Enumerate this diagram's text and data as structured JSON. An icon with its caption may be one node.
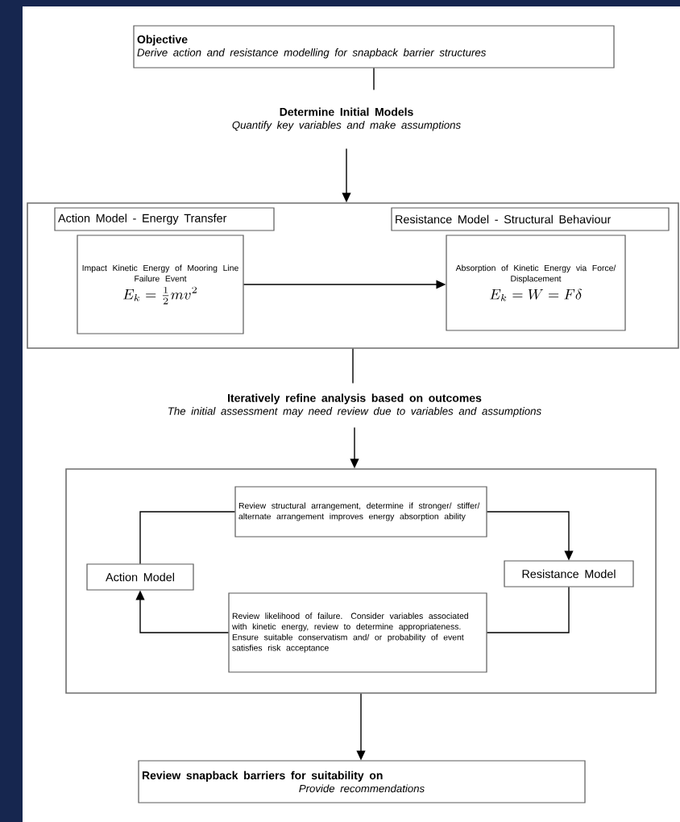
{
  "diagram": {
    "nodes": [
      {
        "text": [
          "Objective",
          "Derive action and resistance modelling for snapback barrier structures"
        ]
      },
      {
        "text": [
          "Determine Initial Models",
          "Quantify key variables and make assumptions"
        ]
      },
      {
        "text": [],
        "shape": "box"
      },
      {
        "text": [
          "Action Model - Energy Transfer"
        ],
        "in": 2
      },
      {
        "text": [
          "Resistance Model - Structural Behaviour"
        ],
        "in": 2
      },
      {
        "text": [
          "Impact Kinetic Energy of Mooring Line Failure Event",
          "E_k = \\frac{1}{2}mv^2"
        ],
        "in": 2
      },
      {
        "text": [
          "Absorption of Kinetic Energy via Force/ Displacement",
          "E_k = W = F\\delta"
        ],
        "in": 2
      },
      {
        "text": [
          "Iteratively refine analysis based on outcomes",
          "The initial assessment may need review due to variables and assumptions"
        ]
      },
      {
        "text": [],
        "shape": "box"
      },
      {
        "text": [
          "Review structural arrangement, determine if stronger/ stiffer/ alternate arrangement improves energy absorption ability"
        ],
        "in": 8
      },
      {
        "text": [
          "Action Model"
        ],
        "in": 8
      },
      {
        "text": [
          "Resistance Model"
        ],
        "in": 8
      },
      {
        "text": [
          "Review likelihood of failure. Consider variables associated with kinetic energy, review to determine appropriateness. Ensure suitable conservatism and/ or probability of event satisfies risk acceptance"
        ],
        "in": 8
      },
      {
        "text": [
          "Review snapback barriers for suitability on",
          "Provide recommendations"
        ]
      }
    ],
    "edges": [
      {
        "from": 0,
        "to": 1,
        "arrow": "none"
      },
      {
        "from": 1,
        "to": 2,
        "arrow": "to"
      },
      {
        "from": 5,
        "to": 6,
        "arrow": "to"
      },
      {
        "from": 2,
        "to": 7,
        "arrow": "none"
      },
      {
        "from": 7,
        "to": 8,
        "arrow": "to"
      },
      {
        "from": 10,
        "to": 9,
        "arrow": "none"
      },
      {
        "from": 9,
        "to": 11,
        "arrow": "to"
      },
      {
        "from": 11,
        "to": 12,
        "arrow": "none"
      },
      {
        "from": 12,
        "to": 10,
        "arrow": "to"
      },
      {
        "from": 8,
        "to": 13,
        "arrow": "to"
      }
    ]
  }
}
